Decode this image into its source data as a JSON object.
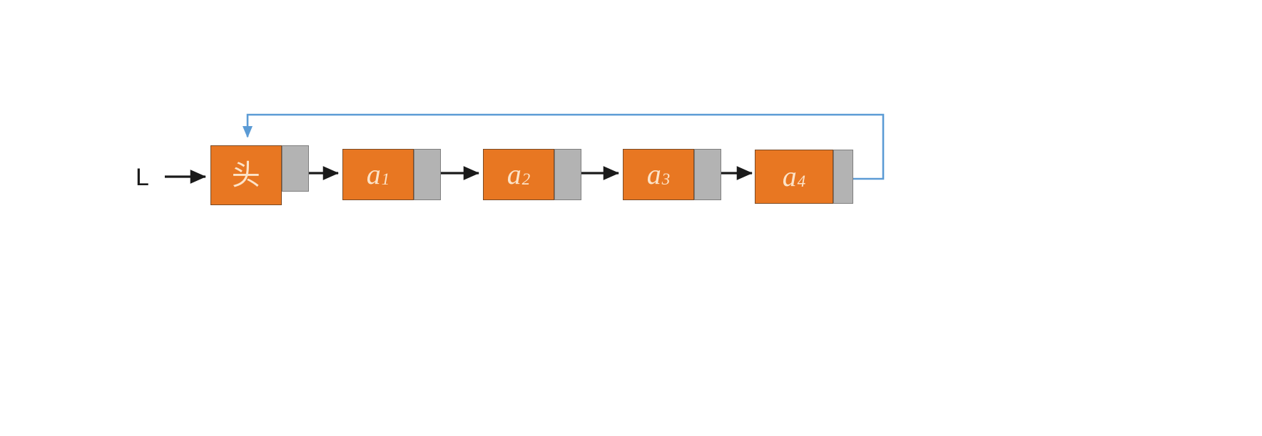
{
  "diagram": {
    "title": "circular-singly-linked-list-with-head-node",
    "type": "linked-list",
    "background_color": "#FFFFFF",
    "colors": {
      "data_field": "#E87722",
      "data_field_border": "#7A4A25",
      "pointer_field": "#B3B3B3",
      "pointer_field_border": "#7E7E7E",
      "data_text": "#FCE3C8",
      "arrow": "#1A1A1A",
      "loop_arrow": "#5B9BD5",
      "label_text": "#1A1A1A"
    },
    "entry_label": "L",
    "nodes": [
      {
        "id": "head",
        "data_label": "头",
        "subscript": "",
        "is_cjk": true,
        "is_head": true
      },
      {
        "id": "a1",
        "data_label": "a",
        "subscript": "1",
        "is_cjk": false,
        "is_head": false
      },
      {
        "id": "a2",
        "data_label": "a",
        "subscript": "2",
        "is_cjk": false,
        "is_head": false
      },
      {
        "id": "a3",
        "data_label": "a",
        "subscript": "3",
        "is_cjk": false,
        "is_head": false
      },
      {
        "id": "a4",
        "data_label": "a",
        "subscript": "4",
        "is_cjk": false,
        "is_head": false
      }
    ],
    "arrows": [
      {
        "id": "entry-arrow",
        "from": "L",
        "to": "head",
        "style": "straight",
        "color": "#1A1A1A"
      },
      {
        "id": "head-to-a1",
        "from": "head",
        "to": "a1",
        "style": "straight",
        "color": "#1A1A1A"
      },
      {
        "id": "a1-to-a2",
        "from": "a1",
        "to": "a2",
        "style": "straight",
        "color": "#1A1A1A"
      },
      {
        "id": "a2-to-a3",
        "from": "a2",
        "to": "a3",
        "style": "straight",
        "color": "#1A1A1A"
      },
      {
        "id": "a3-to-a4",
        "from": "a3",
        "to": "a4",
        "style": "straight",
        "color": "#1A1A1A"
      },
      {
        "id": "a4-to-head-loop",
        "from": "a4",
        "to": "head",
        "style": "orthogonal-loop",
        "color": "#5B9BD5"
      }
    ]
  }
}
